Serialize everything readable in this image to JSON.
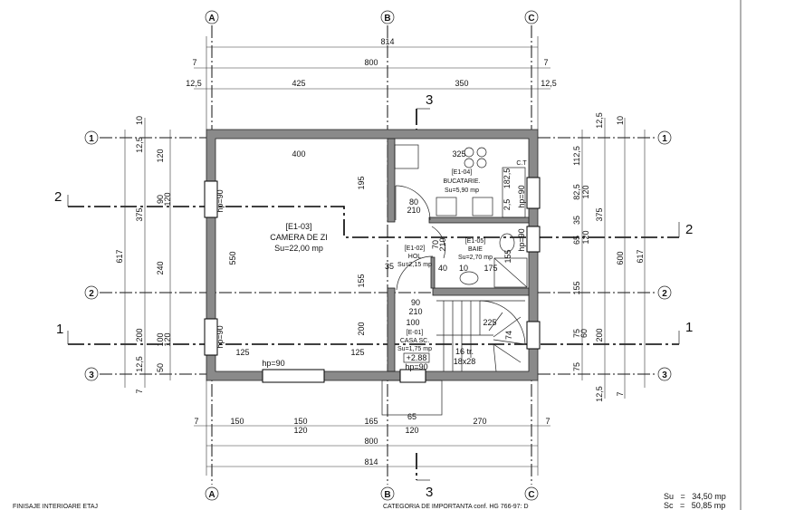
{
  "axes": {
    "columns": [
      "A",
      "B",
      "C"
    ],
    "rows": [
      "1",
      "2",
      "3"
    ]
  },
  "sections": {
    "s3": "3",
    "s2": "2",
    "s1": "1"
  },
  "dims_top": [
    "814",
    "7",
    "800",
    "7",
    "12,5",
    "425",
    "350",
    "12,5"
  ],
  "dims_left": [
    "617",
    "10",
    "12,5",
    "375",
    "200",
    "12,5",
    "7",
    "120",
    "90",
    "120",
    "240",
    "100",
    "120",
    "50"
  ],
  "dims_right": [
    "12,5",
    "10",
    "112,5",
    "82,5",
    "35",
    "65",
    "155",
    "75",
    "75",
    "120",
    "120",
    "60",
    "375",
    "200",
    "12,5",
    "600",
    "7",
    "617"
  ],
  "dims_bottom": [
    "7",
    "150",
    "150",
    "120",
    "165",
    "65",
    "120",
    "270",
    "7",
    "800",
    "814"
  ],
  "interior_dims": [
    "400",
    "195",
    "550",
    "155",
    "200",
    "125",
    "125",
    "hp=90",
    "hp=90",
    "hp=90",
    "325",
    "182,5",
    "2,5",
    "hp=90",
    "hp=90",
    "80",
    "210",
    "70",
    "210",
    "35",
    "40",
    "10",
    "175",
    "155",
    "90",
    "210",
    "100",
    "225",
    "74",
    "hp=90",
    "C.T"
  ],
  "rooms": [
    {
      "code": "[E1-03]",
      "name": "CAMERA DE ZI",
      "area": "Su=22,00 mp"
    },
    {
      "code": "[E1-04]",
      "name": "BUCATARIE.",
      "area": "Su=5,90 mp"
    },
    {
      "code": "[E1-02]",
      "name": "HOL",
      "area": "Su=2,15 mp"
    },
    {
      "code": "[E1-05]",
      "name": "BAIE",
      "area": "Su=2,70 mp"
    },
    {
      "code": "[E-01]",
      "name": "CASA SC.",
      "area": "Su=1,75 mp"
    }
  ],
  "stairs": {
    "level": "+2.88",
    "steps": "16 tr.",
    "size": "18x28"
  },
  "footer": {
    "left": "FINISAJE INTERIOARE  ETAJ",
    "center": "CATEGORIA DE IMPORTANTA conf. HG 766-97: D",
    "su": "Su   =   34,50 mp",
    "sc": "Sc   =   50,85 mp"
  }
}
